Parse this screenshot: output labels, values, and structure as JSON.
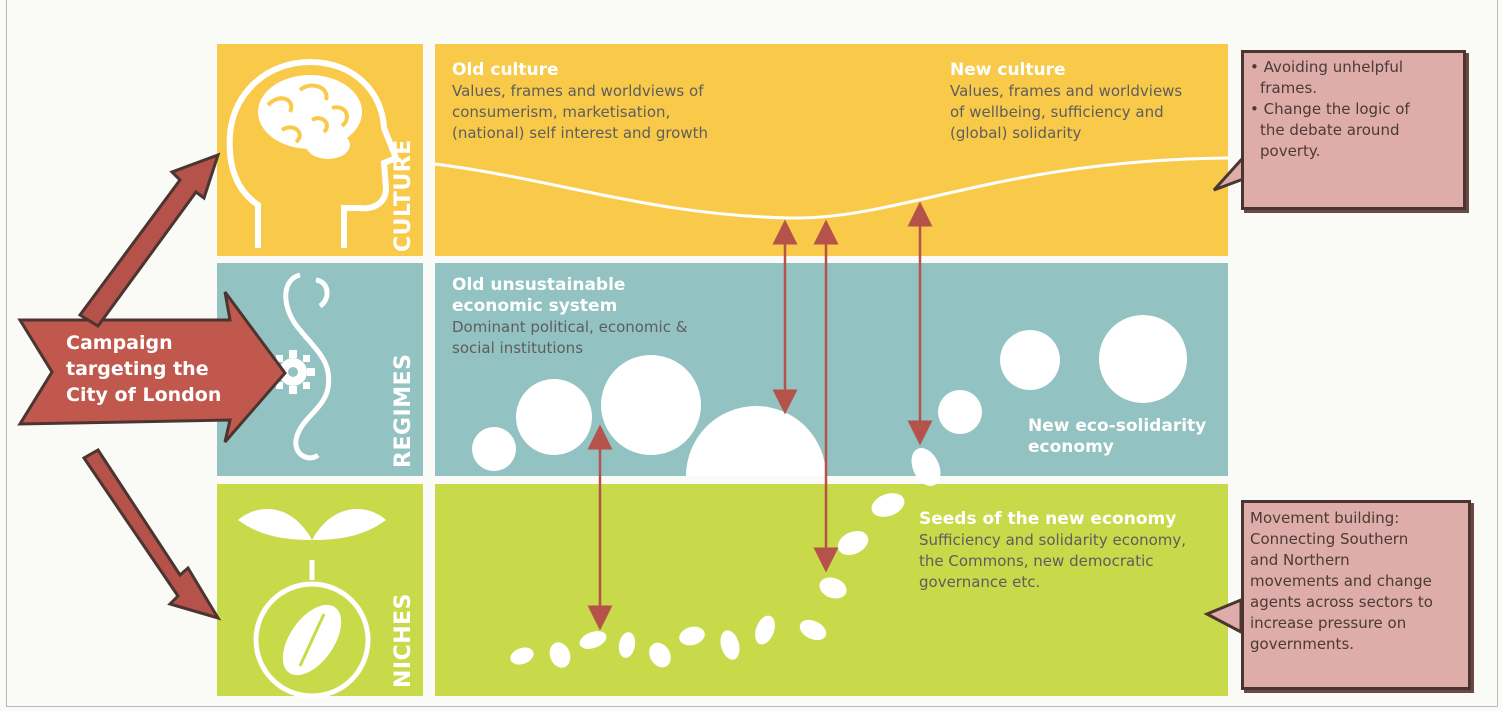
{
  "culture": {
    "label": "CULTURE",
    "old_title": "Old culture",
    "old_body": [
      "Values, frames and worldviews of",
      "consumerism, marketisation,",
      "(national) self interest and growth"
    ],
    "new_title": "New culture",
    "new_body": [
      "Values, frames and worldviews",
      "of wellbeing, sufficiency and",
      "(global) solidarity"
    ]
  },
  "regimes": {
    "label": "REGIMES",
    "old_title": [
      "Old unsustainable",
      "economic system"
    ],
    "old_body": [
      "Dominant political, economic &",
      "social institutions"
    ],
    "new_title": [
      "New eco-solidarity",
      "economy"
    ]
  },
  "niches": {
    "label": "NICHES",
    "seeds_title": "Seeds of the new economy",
    "seeds_body": [
      "Sufficiency and solidarity economy,",
      "the Commons, new democratic",
      "governance etc."
    ]
  },
  "campaign": {
    "lines": [
      "Campaign",
      "targeting the",
      "City of London"
    ]
  },
  "note_top": {
    "lines": [
      "• Avoiding unhelpful",
      "  frames.",
      "• Change the logic of",
      "  the debate around",
      "  poverty."
    ]
  },
  "note_bottom": {
    "lines": [
      "Movement building:",
      "Connecting Southern",
      "and Northern",
      "movements and change",
      "agents across sectors to",
      "increase pressure on",
      "governments."
    ]
  },
  "colors": {
    "culture": "#f9c94a",
    "regimes": "#93c2c2",
    "niches": "#c8d94a",
    "arrow": "#b5524a",
    "note": "#deadaa"
  }
}
